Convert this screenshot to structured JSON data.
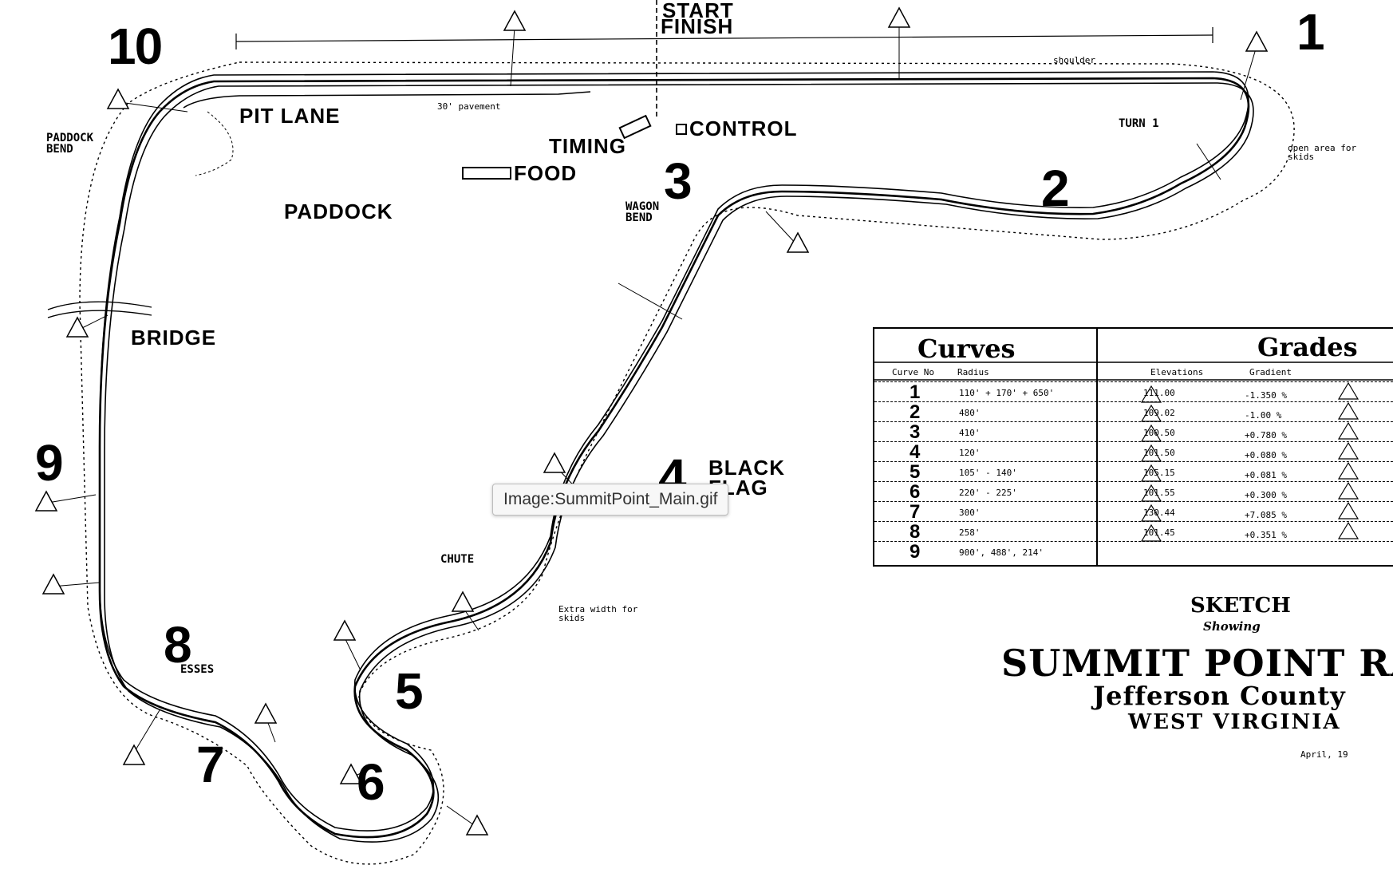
{
  "map": {
    "turn_numbers": {
      "t1": "1",
      "t2": "2",
      "t3": "3",
      "t4": "4",
      "t5": "5",
      "t6": "6",
      "t7": "7",
      "t8": "8",
      "t9": "9",
      "t10": "10"
    },
    "labels": {
      "start": "START",
      "finish": "FINISH",
      "pit_lane": "PIT LANE",
      "control": "CONTROL",
      "timing": "TIMING",
      "food": "FOOD",
      "paddock": "PADDOCK",
      "paddock_bend": "PADDOCK BEND",
      "wagon_bend": "WAGON BEND",
      "bridge": "BRIDGE",
      "black_flag": "BLACK FLAG",
      "chute": "CHUTE",
      "esses": "ESSES",
      "turn_1": "TURN 1",
      "shoulder": "shoulder",
      "pavement": "30' pavement",
      "open_area": "open area for skids",
      "extra_width": "Extra width for skids"
    },
    "legend": {
      "curves_title": "Curves",
      "grades_title": "Grades",
      "col_curve_no": "Curve No",
      "col_radius": "Radius",
      "col_elevations": "Elevations",
      "col_gradient": "Gradient",
      "rows": [
        {
          "n": "1",
          "radius": "110' + 170' + 650'",
          "elev": "111.00",
          "grad": "-1.350 %"
        },
        {
          "n": "2",
          "radius": "480'",
          "elev": "109.02",
          "grad": "-1.00 %"
        },
        {
          "n": "3",
          "radius": "410'",
          "elev": "100.50",
          "grad": "+0.780 %"
        },
        {
          "n": "4",
          "radius": "120'",
          "elev": "101.50",
          "grad": "+0.080 %"
        },
        {
          "n": "5",
          "radius": "105' - 140'",
          "elev": "105.15",
          "grad": "+0.081 %"
        },
        {
          "n": "6",
          "radius": "220' - 225'",
          "elev": "101.55",
          "grad": "+0.300 %"
        },
        {
          "n": "7",
          "radius": "300'",
          "elev": "130.44",
          "grad": "+7.085 %"
        },
        {
          "n": "8",
          "radius": "258'",
          "elev": "101.45",
          "grad": "+0.351 %"
        },
        {
          "n": "9",
          "radius": "900', 488', 214'",
          "elev": "",
          "grad": ""
        }
      ]
    },
    "title_block": {
      "sketch": "SKETCH",
      "showing": "Showing",
      "name": "SUMMIT POINT RAC",
      "county": "Jefferson County",
      "state": "WEST VIRGINIA",
      "date": "April, 19"
    }
  },
  "tooltip": {
    "text": "Image:SummitPoint_Main.gif"
  }
}
